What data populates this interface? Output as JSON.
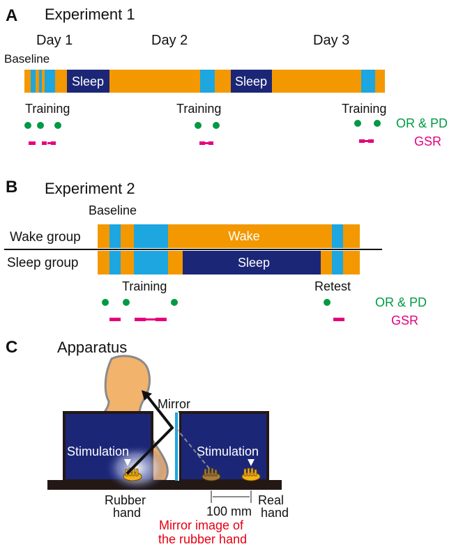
{
  "colors": {
    "orange": "#F39800",
    "blue": "#1DA6DF",
    "navy": "#1C2677",
    "green": "#009944",
    "magenta": "#E4007F",
    "red": "#E60012",
    "skin": "#F2B36D",
    "black": "#111111"
  },
  "panel_a": {
    "letter": "A",
    "title": "Experiment 1",
    "days": [
      "Day 1",
      "Day 2",
      "Day 3"
    ],
    "baseline": "Baseline",
    "sleep_label_1": "Sleep",
    "sleep_label_2": "Sleep",
    "training": [
      "Training",
      "Training",
      "Training"
    ],
    "legend_or_pd": "OR & PD",
    "legend_gsr": "GSR"
  },
  "panel_b": {
    "letter": "B",
    "title": "Experiment 2",
    "baseline": "Baseline",
    "wake_group": "Wake group",
    "sleep_group": "Sleep group",
    "wake_label": "Wake",
    "sleep_label": "Sleep",
    "training": "Training",
    "retest": "Retest",
    "legend_or_pd": "OR & PD",
    "legend_gsr": "GSR"
  },
  "panel_c": {
    "letter": "C",
    "title": "Apparatus",
    "mirror": "Mirror",
    "stimulation_left": "Stimulation",
    "stimulation_right": "Stimulation",
    "rubber_hand_line1": "Rubber",
    "rubber_hand_line2": "hand",
    "distance": "100 mm",
    "real_hand_line1": "Real",
    "real_hand_line2": "hand",
    "mirror_image_line1": "Mirror image of",
    "mirror_image_line2": "the rubber hand"
  }
}
